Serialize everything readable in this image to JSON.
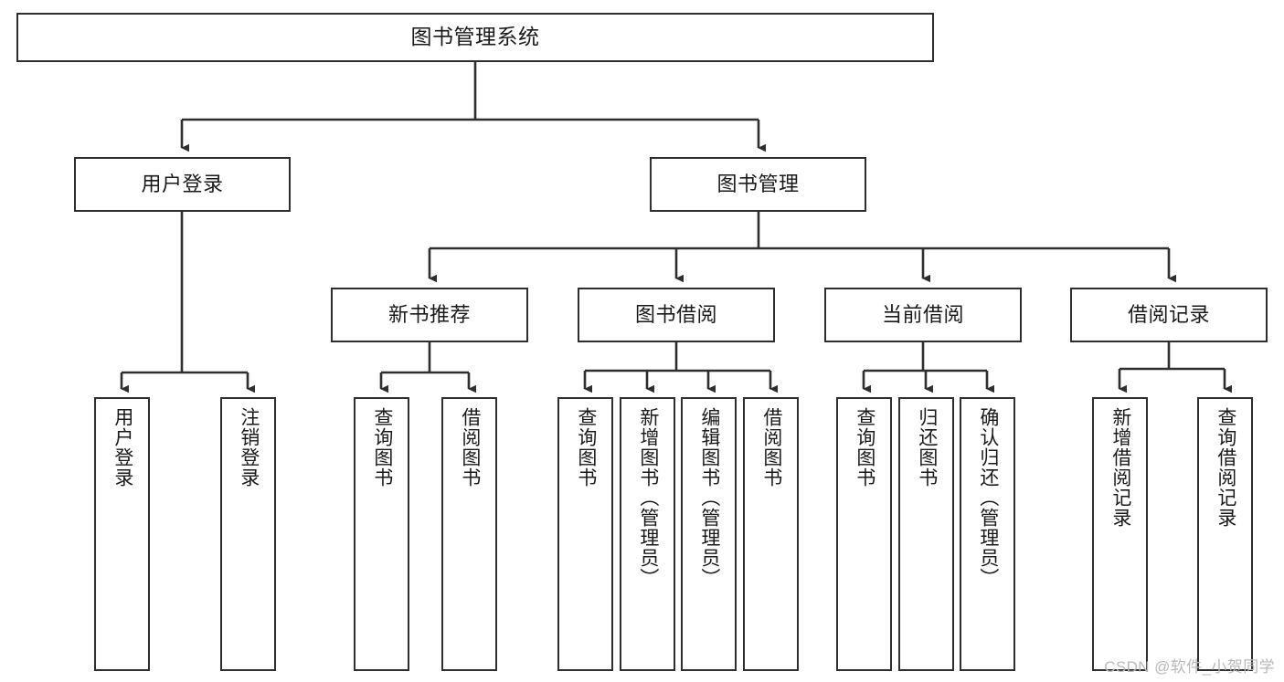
{
  "diagram": {
    "title": "图书管理系统",
    "type": "function-structure-tree",
    "background_color": "#ffffff",
    "line_color": "#2e2e2e",
    "text_color": "#1a1a1a",
    "watermark": "CSDN @软件_小贺同学",
    "levels": {
      "root": {
        "label": "图书管理系统"
      },
      "level2": [
        {
          "label": "用户登录"
        },
        {
          "label": "图书管理"
        }
      ],
      "level3": [
        {
          "label": "新书推荐"
        },
        {
          "label": "图书借阅"
        },
        {
          "label": "当前借阅"
        },
        {
          "label": "借阅记录"
        }
      ],
      "leaves": [
        {
          "label": "用户登录",
          "parent": "用户登录"
        },
        {
          "label": "注销登录",
          "parent": "用户登录"
        },
        {
          "label": "查询图书",
          "parent": "新书推荐"
        },
        {
          "label": "借阅图书",
          "parent": "新书推荐"
        },
        {
          "label": "查询图书",
          "parent": "图书借阅"
        },
        {
          "label": "新增图书（管理员）",
          "parent": "图书借阅"
        },
        {
          "label": "编辑图书（管理员）",
          "parent": "图书借阅"
        },
        {
          "label": "借阅图书",
          "parent": "图书借阅"
        },
        {
          "label": "查询图书",
          "parent": "当前借阅"
        },
        {
          "label": "归还图书",
          "parent": "当前借阅"
        },
        {
          "label": "确认归还（管理员）",
          "parent": "当前借阅"
        },
        {
          "label": "新增借阅记录",
          "parent": "借阅记录"
        },
        {
          "label": "查询借阅记录",
          "parent": "借阅记录"
        }
      ]
    }
  }
}
